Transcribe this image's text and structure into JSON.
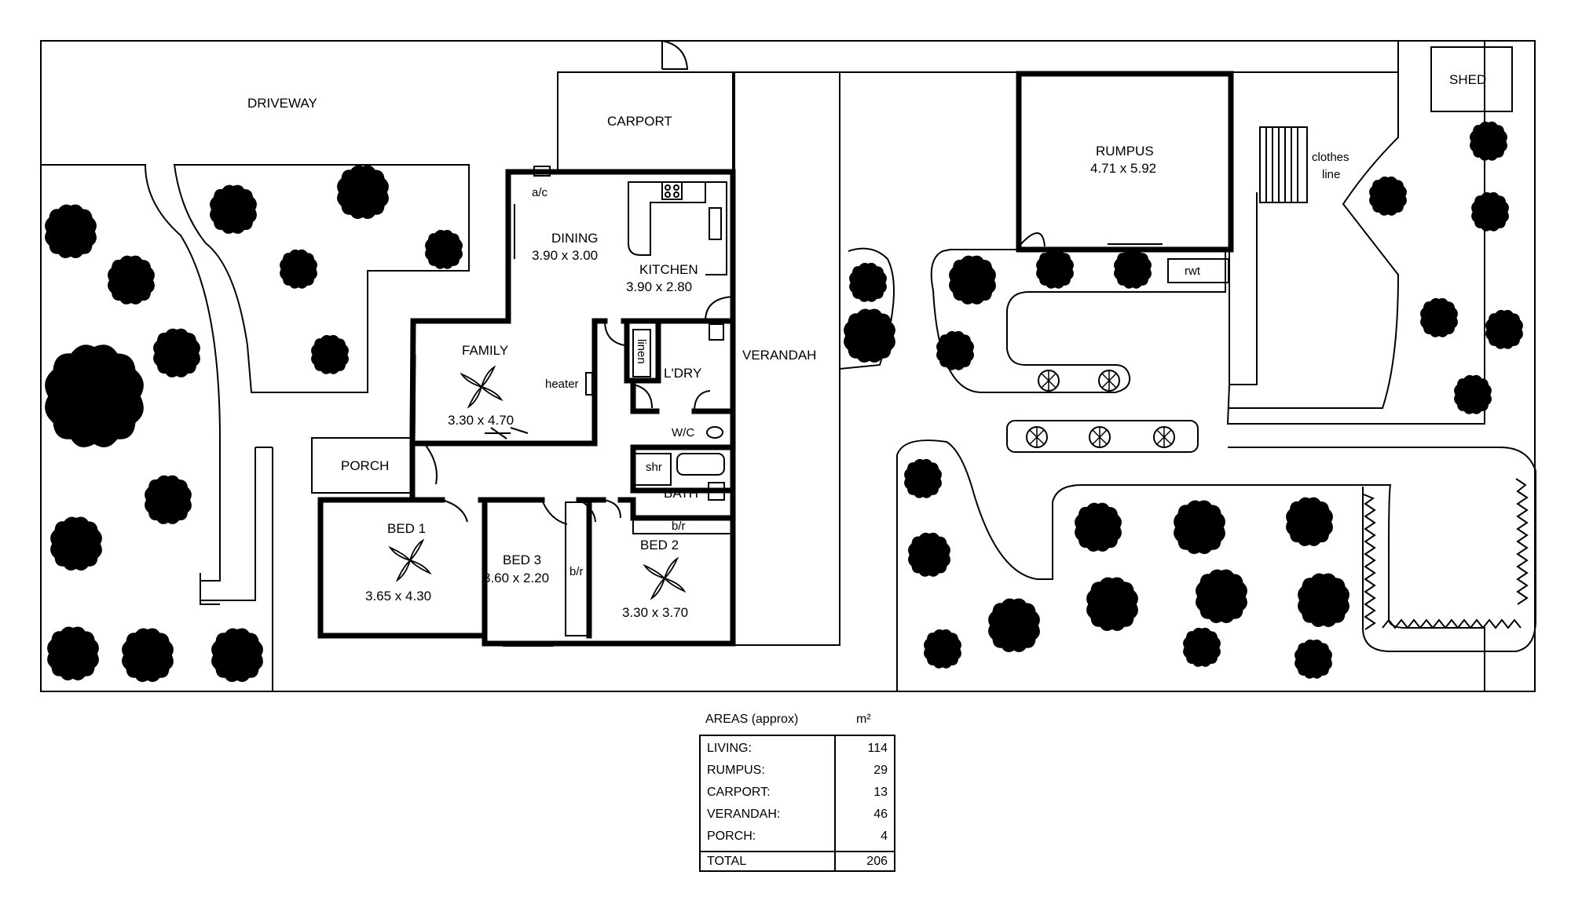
{
  "rooms": {
    "driveway": "DRIVEWAY",
    "carport": "CARPORT",
    "rumpus": "RUMPUS",
    "rumpus_dim": "4.71 x 5.92",
    "shed": "SHED",
    "clothes_line_1": "clothes",
    "clothes_line_2": "line",
    "dining": "DINING",
    "dining_dim": "3.90 x 3.00",
    "kitchen": "KITCHEN",
    "kitchen_dim": "3.90 x 2.80",
    "ac": "a/c",
    "family": "FAMILY",
    "family_dim": "3.30 x 4.70",
    "heater": "heater",
    "linen": "linen",
    "laundry": "L'DRY",
    "verandah": "VERANDAH",
    "wc": "W/C",
    "shr": "shr",
    "bath": "BATH",
    "porch": "PORCH",
    "bed1": "BED 1",
    "bed1_dim": "3.65 x 4.30",
    "bed3": "BED 3",
    "bed3_dim": "3.60 x 2.20",
    "bir_bed3": "b/r",
    "bed2": "BED 2",
    "bed2_dim": "3.30 x 3.70",
    "bir_bed2": "b/r",
    "rwt": "rwt"
  },
  "areas": {
    "title": "AREAS (approx)",
    "unit": "m²",
    "rows": [
      {
        "label": "LIVING:",
        "value": "114"
      },
      {
        "label": "RUMPUS:",
        "value": "29"
      },
      {
        "label": "CARPORT:",
        "value": "13"
      },
      {
        "label": "VERANDAH:",
        "value": "46"
      },
      {
        "label": "PORCH:",
        "value": "4"
      }
    ],
    "total_label": "TOTAL",
    "total_value": "206"
  }
}
